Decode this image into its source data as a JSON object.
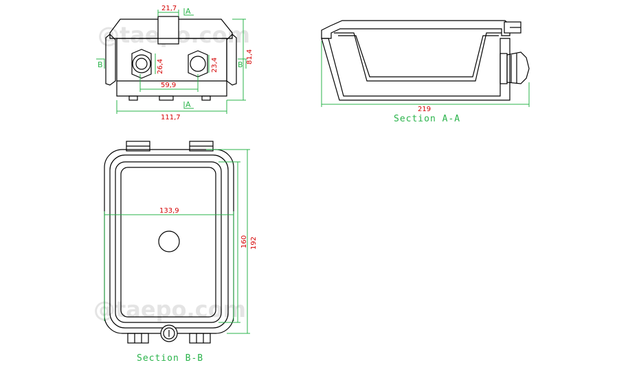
{
  "watermark": "@taepo.com",
  "front_view": {
    "dim_width_top": "21,7",
    "dim_height_left_gland": "26,4",
    "dim_height_right_gland": "23,4",
    "dim_height_total": "81,4",
    "dim_gland_spacing": "59,9",
    "dim_width_total": "111,7",
    "section_mark_a": "A",
    "section_mark_b": "B"
  },
  "section_a": {
    "caption": "Section A-A",
    "dim_length": "219"
  },
  "section_b": {
    "caption": "Section B-B",
    "dim_inner_width": "133,9",
    "dim_inner_height": "160",
    "dim_outer_height": "192"
  }
}
